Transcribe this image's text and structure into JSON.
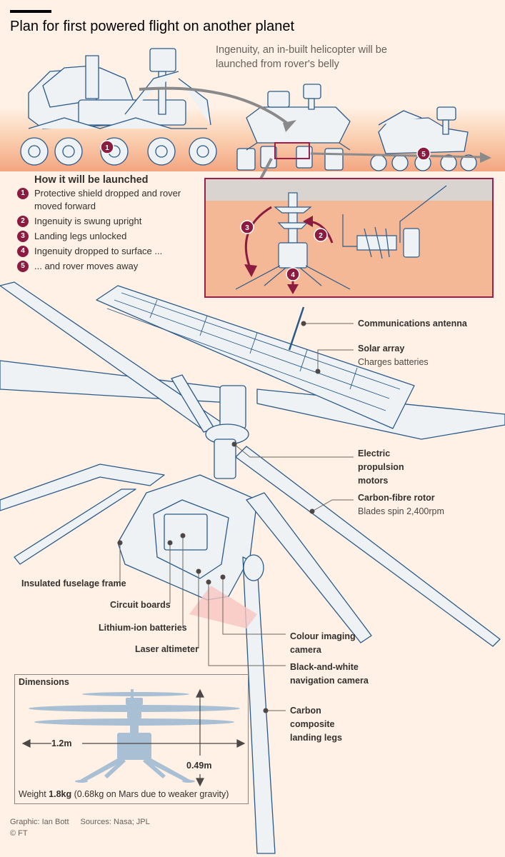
{
  "title": "Plan for first powered flight on another planet",
  "subtitle": "Ingenuity, an in-built helicopter will be launched from rover's belly",
  "launch": {
    "heading": "How it will be launched",
    "steps": [
      {
        "num": "1",
        "text": "Protective shield dropped and rover moved forward"
      },
      {
        "num": "2",
        "text": "Ingenuity is swung upright"
      },
      {
        "num": "3",
        "text": "Landing legs unlocked"
      },
      {
        "num": "4",
        "text": "Ingenuity dropped to surface ..."
      },
      {
        "num": "5",
        "text": "... and rover moves away"
      }
    ]
  },
  "parts": {
    "antenna": "Communications antenna",
    "solar_title": "Solar array",
    "solar_desc": "Charges batteries",
    "motors_1": "Electric",
    "motors_2": "propulsion",
    "motors_3": "motors",
    "rotor_title": "Carbon-fibre rotor",
    "rotor_desc": "Blades spin 2,400rpm",
    "fuselage": "Insulated fuselage frame",
    "circuit": "Circuit boards",
    "batteries": "Lithium-ion batteries",
    "laser": "Laser altimeter",
    "colour_1": "Colour imaging",
    "colour_2": "camera",
    "nav_1": "Black-and-white",
    "nav_2": "navigation camera",
    "legs_1": "Carbon",
    "legs_2": "composite",
    "legs_3": "landing legs"
  },
  "dimensions": {
    "heading": "Dimensions",
    "width": "1.2m",
    "height": "0.49m",
    "weight_prefix": "Weight ",
    "weight_value": "1.8kg",
    "weight_note": " (0.68kg on Mars due to weaker gravity)"
  },
  "credits": {
    "graphic": "Graphic: Ian Bott",
    "sources": "Sources: Nasa; JPL",
    "copyright": "© FT"
  },
  "colors": {
    "accent": "#8b1c3f",
    "background": "#fff1e5",
    "line": "#2b5a8a",
    "fill": "#eef2f5"
  }
}
